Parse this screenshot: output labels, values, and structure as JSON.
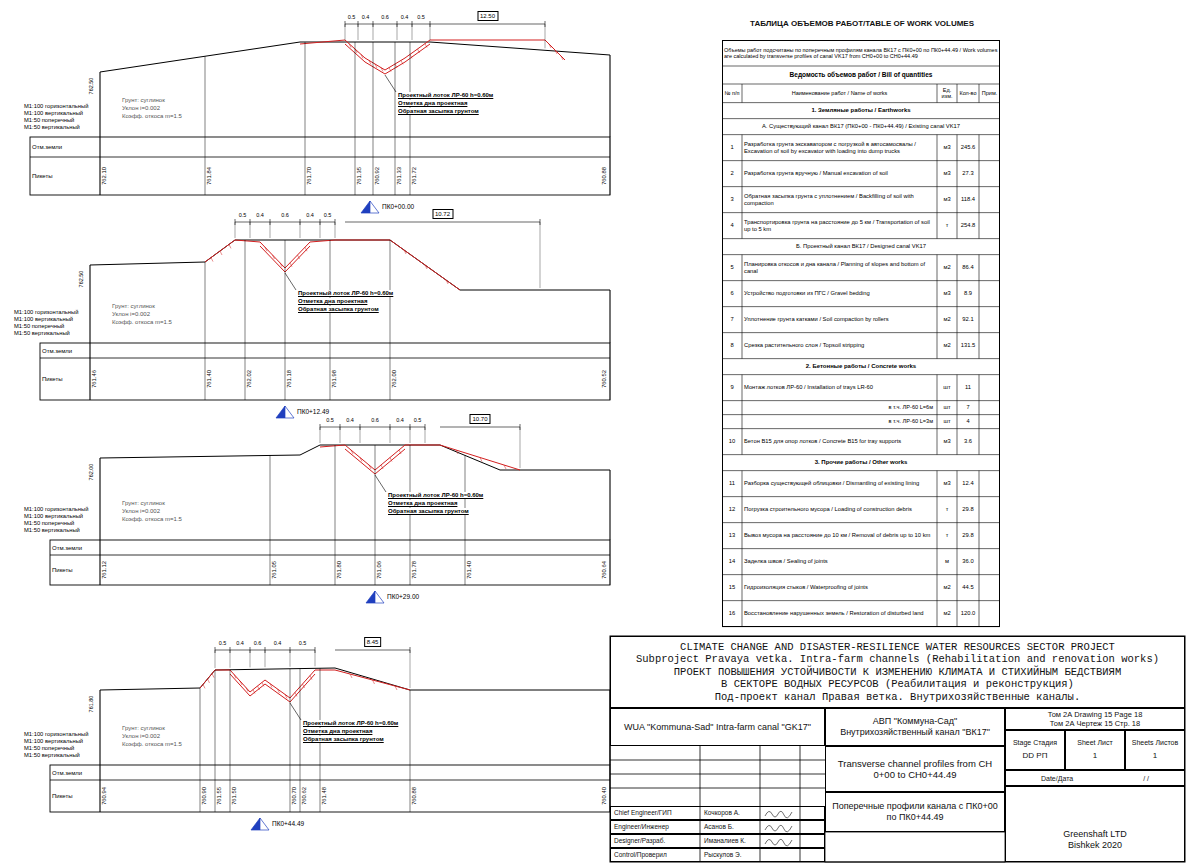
{
  "diagram": {
    "nodes": [
      {
        "text": [
          "ТАБЛИЦА ОБЪЕМОВ РАБОТ/TABLE OF WORK VOLUMES"
        ]
      },
      {
        "text": [
          "CLIMATE CHANGE AND DISASTER-RESILIENCE WATER RESOURCES SECTOR PROJECT",
          "Subproject Pravaya vetka. Intra-farm channels (Rehabilitation and renovation works)",
          "ПРОЕКТ ПОВЫШЕНИЯ УСТОЙЧИВОСТИ К ИЗМЕНЕНИЮ КЛИМАТА И СТИХИЙНЫМ БЕДСТВИЯМ",
          "В СЕКТОРЕ ВОДНЫХ РЕСУРСОВ (Реабилитация и реконструкция)",
          "Под-проект канал Правая ветка. Внутрихозяйственные каналы."
        ]
      },
      {
        "text": [
          "WUA \"Kommuna-Sad\" Intra-farm canal \"GK17\""
        ]
      },
      {
        "text": [
          "Chief Engineer/ГИП",
          "Кочкоров А."
        ]
      },
      {
        "text": [
          "Engineer/Инженер",
          "Асанов Б."
        ]
      },
      {
        "text": [
          "Designer/Разраб.",
          "Иманалиев К."
        ]
      },
      {
        "text": [
          "Control/Проверил",
          "Рыскулов Э."
        ]
      },
      {
        "text": [
          "АВП \"Коммуна-Сад\" Внутрихозяйственный канал \"ВК17\""
        ]
      },
      {
        "text": [
          "Transverse channel profiles from CH 0+00 to CH0+44.49"
        ]
      },
      {
        "text": [
          "Поперечные профили канала с ПК0+00 по ПК0+44.49"
        ]
      },
      {
        "text": [
          "Том 2А Drawing 15 Page 18",
          "Том 2А Чертеж 15 Стр. 18"
        ]
      },
      {
        "text": [
          "Stage Стадия",
          "DD РП"
        ]
      },
      {
        "text": [
          "Sheet Лист",
          "1"
        ]
      },
      {
        "text": [
          "Sheets Листов",
          "1"
        ]
      },
      {
        "text": [
          "Date/Дата",
          "/ /"
        ]
      },
      {
        "text": [
          "Greenshaft LTD",
          "Bishkek 2020"
        ]
      }
    ],
    "labels": [
      "М1:100 горизонтальный",
      "М1:100 вертикальный",
      "М1:50 поперечный",
      "М1:50 вертикальный",
      "Грунт: суглинок",
      "Уклон i=0.002",
      "Коэфф. откоса m=1.5",
      "Проектный лоток ЛР-60 h=0.60м",
      "Отметка дна проектная",
      "Обратная засыпка грунтом",
      "Отм.земли",
      "Пикеты",
      "762.10",
      "761.84",
      "761.70",
      "761.35",
      "760.92",
      "761.33",
      "761.72",
      "760.88",
      "ПК0+00.00",
      "0.5",
      "0.4",
      "0.6",
      "0.4",
      "0.5",
      "762.50",
      "12.50",
      "М1:100 горизонтальный",
      "М1:100 вертикальный",
      "М1:50 поперечный",
      "М1:50 вертикальный",
      "Грунт: суглинок",
      "Уклон i=0.002",
      "Коэфф. откоса m=1.5",
      "Проектный лоток ЛР-60 h=0.60м",
      "Отметка дна проектная",
      "Обратная засыпка грунтом",
      "Отм.земли",
      "Пикеты",
      "761.46",
      "761.40",
      "762.02",
      "761.18",
      "761.98",
      "762.00",
      "760.52",
      "ПК0+12.49",
      "0.5",
      "0.4",
      "0.6",
      "0.4",
      "0.5",
      "762.50",
      "10.72",
      "М1:100 горизонтальный",
      "М1:100 вертикальный",
      "М1:50 поперечный",
      "М1:50 вертикальный",
      "Грунт: суглинок",
      "Уклон i=0.002",
      "Коэфф. откоса m=1.5",
      "Проектный лоток ЛР-60 h=0.60м",
      "Отметка дна проектная",
      "Обратная засыпка грунтом",
      "Отм.земли",
      "Пикеты",
      "761.12",
      "761.05",
      "761.80",
      "761.06",
      "761.78",
      "761.40",
      "760.64",
      "ПК0+29.00",
      "0.5",
      "0.4",
      "0.6",
      "0.4",
      "0.5",
      "762.00",
      "10.70",
      "М1:100 горизонтальный",
      "М1:100 вертикальный",
      "М1:50 поперечный",
      "М1:50 вертикальный",
      "Грунт: суглинок",
      "Уклон i=0.002",
      "Коэфф. откоса m=1.5",
      "Проектный лоток ЛР-60 h=0.60м",
      "Отметка дна проектная",
      "Обратная засыпка грунтом",
      "Отм.земли",
      "Пикеты",
      "760.94",
      "760.90",
      "761.55",
      "761.50",
      "760.70",
      "760.62",
      "761.48",
      "760.88",
      "760.40",
      "ПК0+44.49",
      "0.5",
      "0.4",
      "0.6",
      "0.4",
      "0.5",
      "761.80",
      "8.45",
      "Объемы работ подсчитаны по поперечным профилям канала ВК17 с ПК0+00 по ПК0+44.49 / Work volumes are calculated by transverse profiles of canal VK17 from CH0+00 to CH0+44.49",
      "Ведомость объемов работ / Bill of quantities",
      "№ п/п",
      "Наименование работ / Name of works",
      "Ед. изм.",
      "Кол-во",
      "Прим.",
      "1. Земляные работы / Earthworks",
      "А. Существующий канал ВК17 (ПК0+00 - ПК0+44.49) / Existing canal VK17",
      "1",
      "Разработка грунта экскаватором с погрузкой в автосамосвалы / Excavation of soil by excavator with loading into dump trucks",
      "м3",
      "245.6",
      "2",
      "Разработка грунта вручную / Manual excavation of soil",
      "м3",
      "27.3",
      "3",
      "Обратная засыпка грунта с уплотнением / Backfilling of soil with compaction",
      "м3",
      "118.4",
      "4",
      "Транспортировка грунта на расстояние до 5 км / Transportation of soil up to 5 km",
      "т",
      "254.8",
      "Б. Проектный канал ВК17 / Designed canal VK17",
      "5",
      "Планировка откосов и дна канала / Planning of slopes and bottom of canal",
      "м2",
      "86.4",
      "6",
      "Устройство подготовки из ПГС / Gravel bedding",
      "м3",
      "8.9",
      "7",
      "Уплотнение грунта катками / Soil compaction by rollers",
      "м2",
      "92.1",
      "8",
      "Срезка растительного слоя / Topsoil stripping",
      "м2",
      "131.5",
      "2. Бетонные работы / Concrete works",
      "9",
      "Монтаж лотков ЛР-60 / Installation of trays LR-60",
      "шт",
      "11",
      "в т.ч. ЛР-60 L=6м",
      "шт",
      "7",
      "в т.ч. ЛР-60 L=3м",
      "шт",
      "4",
      "10",
      "Бетон В15 для опор лотков / Concrete B15 for tray supports",
      "м3",
      "3.6",
      "3. Прочие работы / Other works",
      "11",
      "Разборка существующей облицовки / Dismantling of existing lining",
      "м3",
      "12.4",
      "12",
      "Погрузка строительного мусора / Loading of construction debris",
      "т",
      "29.8",
      "13",
      "Вывоз мусора на расстояние до 10 км / Removal of debris up to 10 km",
      "т",
      "29.8",
      "14",
      "Заделка швов / Sealing of joints",
      "м",
      "36.0",
      "15",
      "Гидроизоляция стыков / Waterproofing of joints",
      "м2",
      "44.5",
      "16",
      "Восстановление нарушенных земель / Restoration of disturbed land",
      "м2",
      "120.0"
    ]
  }
}
